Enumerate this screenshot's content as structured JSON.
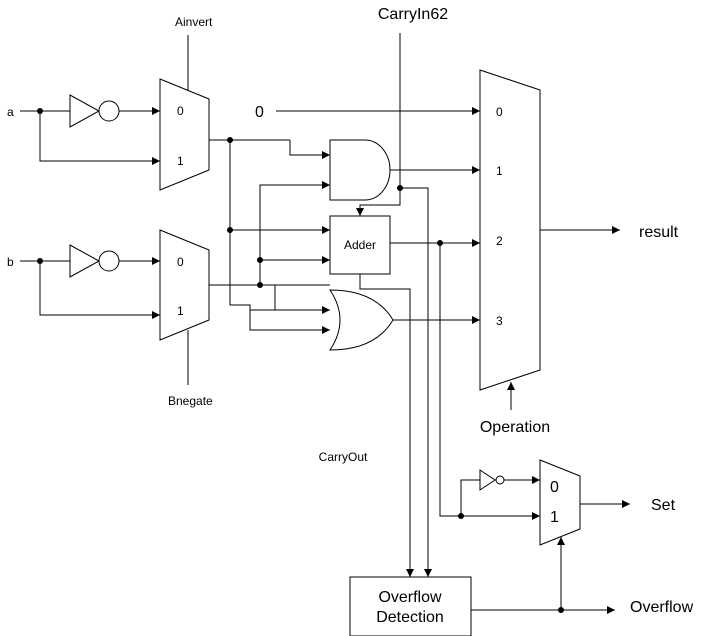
{
  "labels": {
    "ainvert": "Ainvert",
    "bnegate": "Bnegate",
    "carry_in": "CarryIn62",
    "carry_out": "CarryOut",
    "input_a": "a",
    "input_b": "b",
    "zero_const": "0",
    "result": "result",
    "operation": "Operation",
    "set": "Set",
    "overflow": "Overflow",
    "adder": "Adder",
    "overflow_detection_line1": "Overflow",
    "overflow_detection_line2": "Detection"
  },
  "mux_a": {
    "in0": "0",
    "in1": "1"
  },
  "mux_b": {
    "in0": "0",
    "in1": "1"
  },
  "mux_result": {
    "in0": "0",
    "in1": "1",
    "in2": "2",
    "in3": "3"
  },
  "mux_set": {
    "in0": "0",
    "in1": "1"
  },
  "colors": {
    "stroke": "#000000",
    "background": "#ffffff"
  }
}
